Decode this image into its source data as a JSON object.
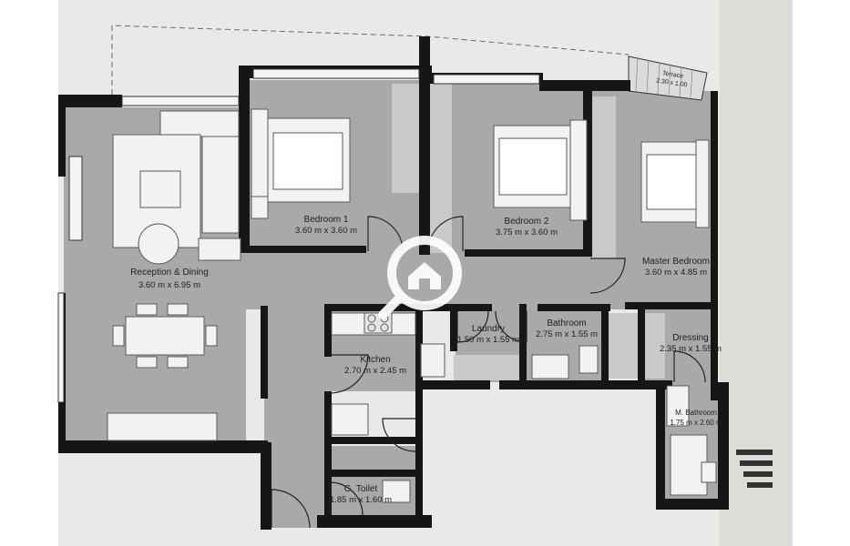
{
  "rooms": [
    {
      "key": "bedroom1",
      "name": "Bedroom 1",
      "dims": "3.60 m x 3.60 m"
    },
    {
      "key": "bedroom2",
      "name": "Bedroom 2",
      "dims": "3.75 m x 3.60 m"
    },
    {
      "key": "master",
      "name": "Master Bedroom",
      "dims": "3.60 m x 4.85 m"
    },
    {
      "key": "reception",
      "name": "Reception & Dining",
      "dims": "3.60 m x 6.95 m"
    },
    {
      "key": "laundry",
      "name": "Laundry",
      "dims": "1.50 m x 1.55 m"
    },
    {
      "key": "bathroom",
      "name": "Bathroom",
      "dims": "2.75 m x 1.55 m"
    },
    {
      "key": "dressing",
      "name": "Dressing",
      "dims": "2.35 m x 1.55 m"
    },
    {
      "key": "kitchen",
      "name": "Kitchen",
      "dims": "2.70 m x 2.45 m"
    },
    {
      "key": "mbath",
      "name": "M. Bathroom",
      "dims": "1.75 m x 2.60 m"
    },
    {
      "key": "gtoilet",
      "name": "G. Toilet",
      "dims": "1.85 m x 1.60 m"
    },
    {
      "key": "terrace",
      "name": "Terrace",
      "dims": "2.30 x 1.00"
    }
  ],
  "colors": {
    "page": "#ededed",
    "floor": "#a9a9a9",
    "wall": "#161616",
    "furniture": "#f2f2f2",
    "furniture_stroke": "#5a5a5a"
  },
  "watermark_icon": "house-search-icon"
}
